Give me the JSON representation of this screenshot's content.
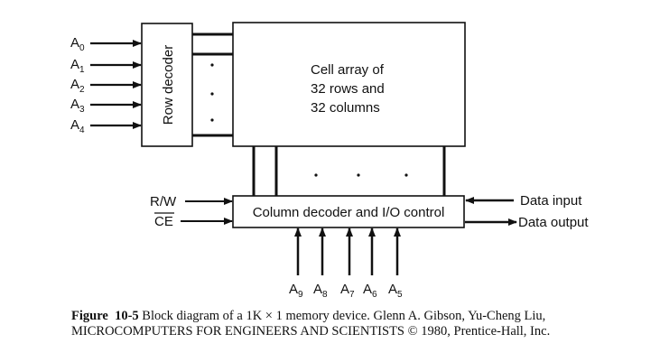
{
  "blocks": {
    "row_decoder": "Row decoder",
    "cell_array": [
      "Cell array of",
      "32 rows and",
      "32 columns"
    ],
    "column_decoder": "Column decoder and I/O control"
  },
  "row_address_inputs": [
    {
      "base": "A",
      "sub": "0"
    },
    {
      "base": "A",
      "sub": "1"
    },
    {
      "base": "A",
      "sub": "2"
    },
    {
      "base": "A",
      "sub": "3"
    },
    {
      "base": "A",
      "sub": "4"
    }
  ],
  "column_address_inputs": [
    {
      "base": "A",
      "sub": "9"
    },
    {
      "base": "A",
      "sub": "8"
    },
    {
      "base": "A",
      "sub": "7"
    },
    {
      "base": "A",
      "sub": "6"
    },
    {
      "base": "A",
      "sub": "5"
    }
  ],
  "control_inputs": {
    "rw": "R/W",
    "ce": "CE",
    "ce_active_low": true
  },
  "data_lines": {
    "input": "Data input",
    "output": "Data output"
  },
  "caption": {
    "label": "Figure",
    "number": "10-5",
    "text": "Block diagram of a 1K × 1 memory device. Glenn A. Gibson, Yu-Cheng Liu, MICROCOMPUTERS FOR ENGINEERS AND SCIENTISTS © 1980, Prentice-Hall, Inc."
  }
}
